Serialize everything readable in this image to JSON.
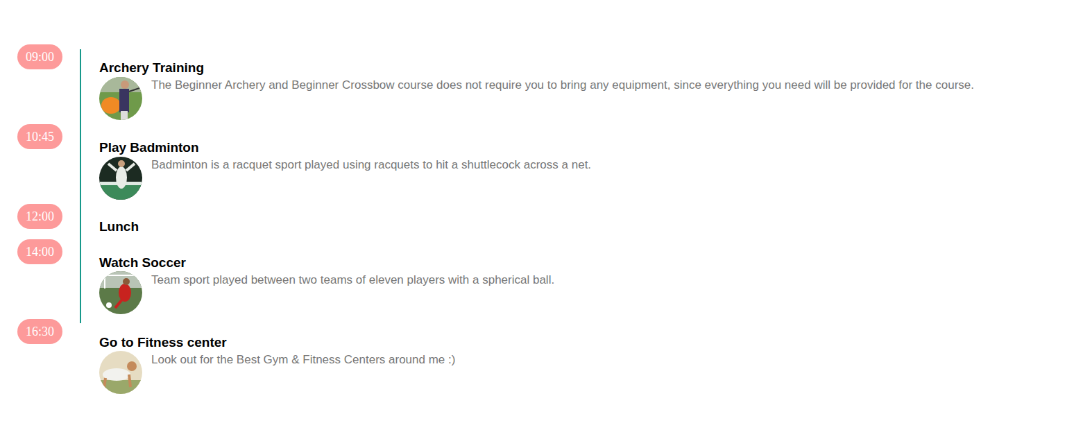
{
  "diagram": {
    "nodes": [
      {
        "text": [
          "09:00"
        ]
      },
      {
        "text": [
          "10:45"
        ]
      },
      {
        "text": [
          "12:00"
        ]
      },
      {
        "text": [
          "14:00"
        ]
      },
      {
        "text": [
          "16:30"
        ]
      }
    ],
    "labels": [
      "Archery Training",
      "The Beginner Archery and Beginner Crossbow course does not require you to bring any equipment, since everything you need will be provided for the course.",
      "Play Badminton",
      "Badminton is a racquet sport played using racquets to hit a shuttlecock across a net.",
      "Lunch",
      "Watch Soccer",
      "Team sport played between two teams of eleven players with a spherical ball.",
      "Go to Fitness center",
      "Look out for the Best Gym & Fitness Centers around me :)"
    ]
  }
}
